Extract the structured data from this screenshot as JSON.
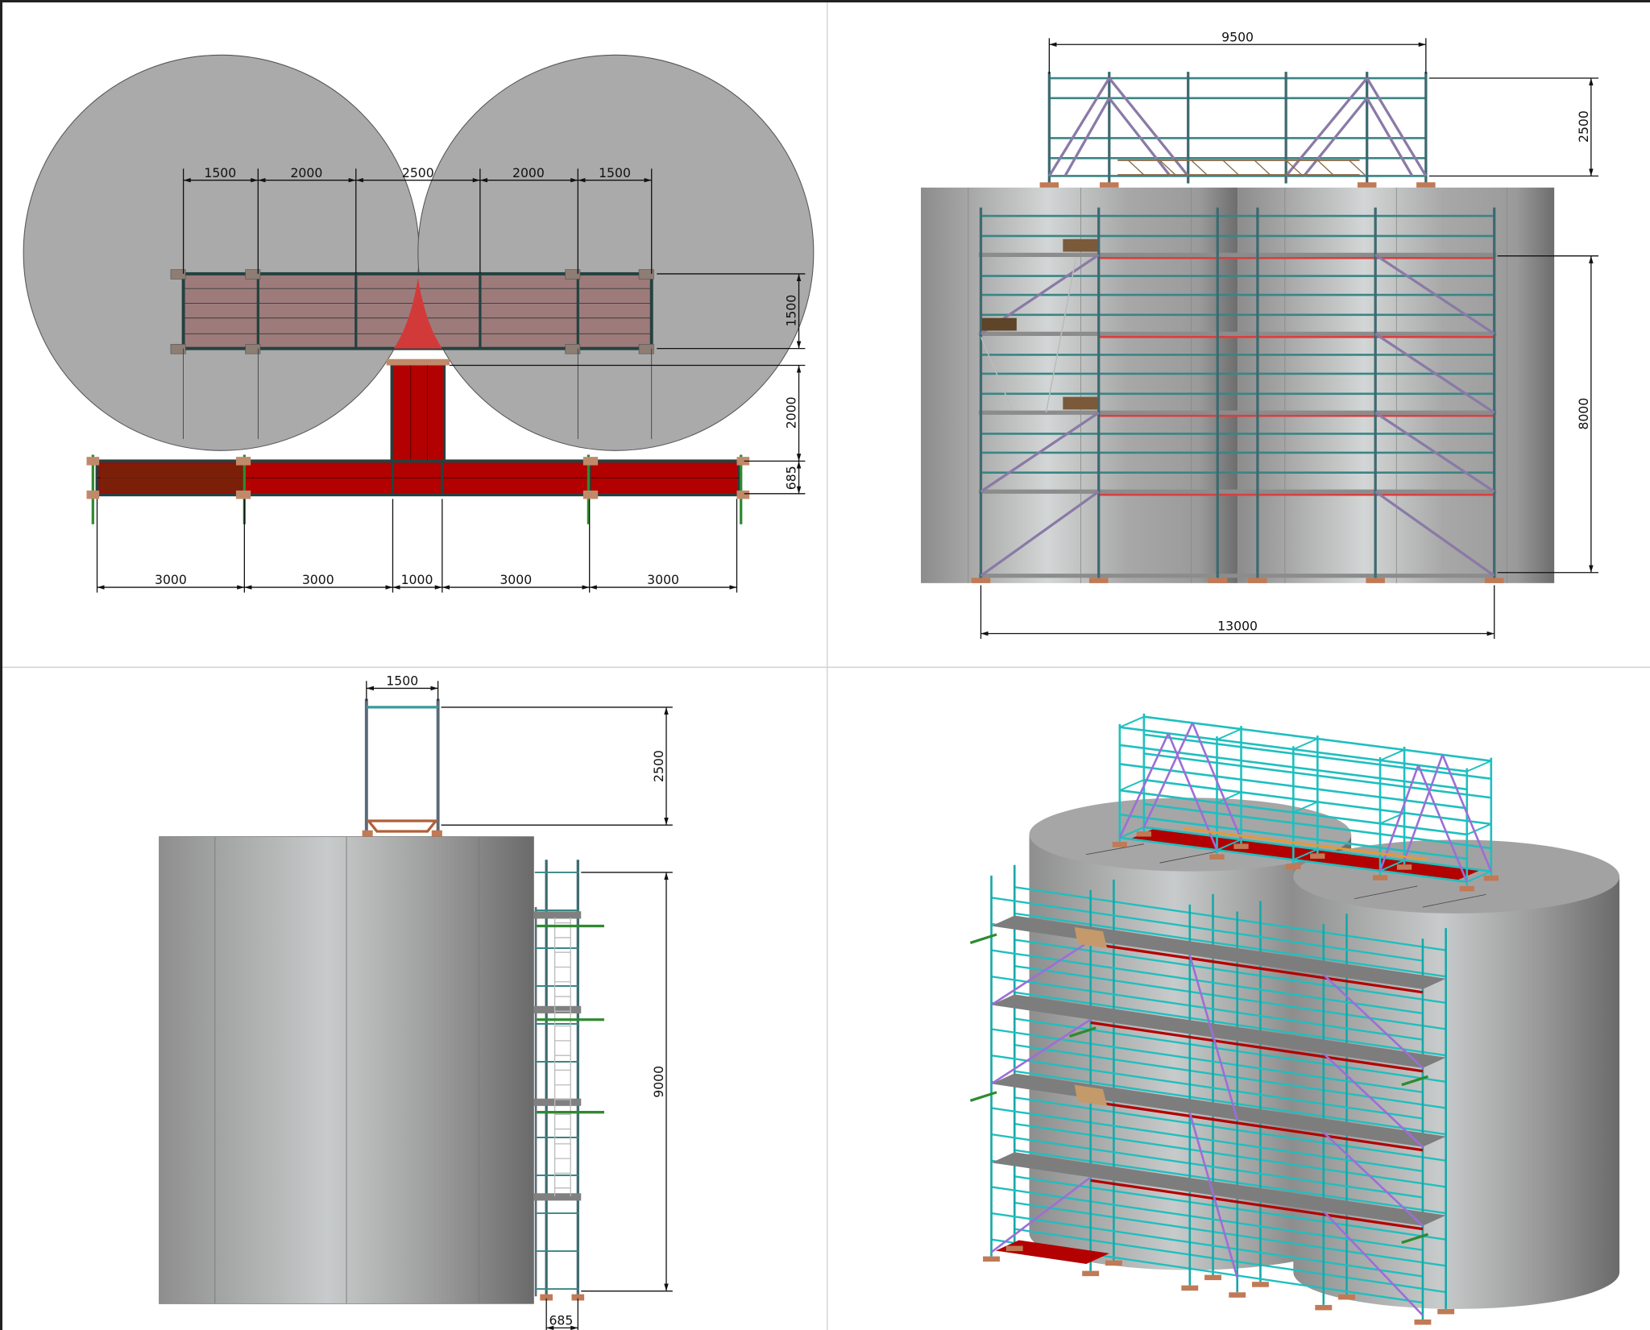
{
  "views": {
    "plan": {
      "dims_top": [
        "1500",
        "2000",
        "2500",
        "2000",
        "1500"
      ],
      "dims_right": [
        "1500",
        "2000",
        "685"
      ],
      "dims_bottom": [
        "3000",
        "3000",
        "1000",
        "3000",
        "3000"
      ]
    },
    "front_elevation": {
      "top_width": "9500",
      "top_height": "2500",
      "main_height": "8000",
      "main_width": "13000"
    },
    "side_elevation": {
      "top_width": "1500",
      "top_height": "2500",
      "main_height": "9000",
      "depth": "685"
    }
  },
  "colors": {
    "tank": "#a9aaa9",
    "deck_red": "#b30000",
    "elev_tube": "#3a8585",
    "iso_tube": "#1fbfbf",
    "elev_brace": "#8a7aa6",
    "iso_brace": "#9b6fd6",
    "base_plate": "#c07a55",
    "tie": "#2f8a2f"
  }
}
